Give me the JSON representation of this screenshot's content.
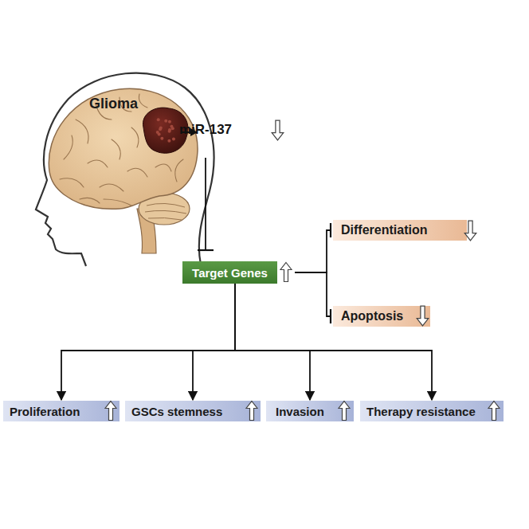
{
  "diagram": {
    "nodes": [
      {
        "text": [
          "miR-137"
        ]
      },
      {
        "text": [
          "Target Genes"
        ]
      },
      {
        "text": [
          "Differentiation"
        ]
      },
      {
        "text": [
          "Apoptosis"
        ]
      },
      {
        "text": [
          "Proliferation"
        ]
      },
      {
        "text": [
          "GSCs stemness"
        ]
      },
      {
        "text": [
          "Invasion"
        ]
      },
      {
        "text": [
          "Therapy resistance"
        ]
      }
    ],
    "edges": [
      {
        "from": 0,
        "to": 1,
        "arrow": "to"
      },
      {
        "from": 1,
        "to": 2,
        "arrow": "to"
      },
      {
        "from": 1,
        "to": 3,
        "arrow": "to"
      },
      {
        "from": 1,
        "to": 4,
        "arrow": "to"
      },
      {
        "from": 1,
        "to": 5,
        "arrow": "to"
      },
      {
        "from": 1,
        "to": 6,
        "arrow": "to"
      },
      {
        "from": 1,
        "to": 7,
        "arrow": "to"
      }
    ],
    "labels": [
      "Glioma"
    ]
  }
}
